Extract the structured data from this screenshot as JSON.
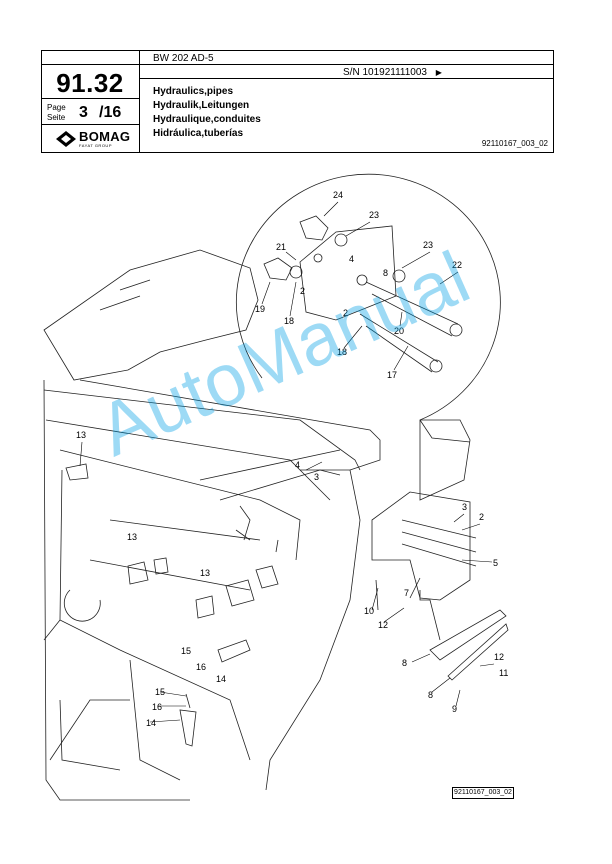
{
  "header": {
    "section_number": "91.32",
    "page_label_en": "Page",
    "page_label_de": "Seite",
    "page_current": "3",
    "page_total": "/16",
    "model": "BW 202 AD-5",
    "serial_number": "S/N 101921111003",
    "serial_arrow": "▶",
    "titles": [
      "Hydraulics,pipes",
      "Hydraulik,Leitungen",
      "Hydraulique,conduites",
      "Hidráulica,tuberías"
    ],
    "doc_reference": "92110167_003_02",
    "logo_text": "BOMAG",
    "logo_subtext": "FAYAT GROUP"
  },
  "drawing": {
    "callouts": [
      "24",
      "23",
      "21",
      "4",
      "8",
      "23",
      "22",
      "19",
      "2",
      "18",
      "2",
      "20",
      "18",
      "17",
      "13",
      "4",
      "3",
      "3",
      "2",
      "13",
      "13",
      "5",
      "10",
      "7",
      "12",
      "15",
      "16",
      "14",
      "8",
      "12",
      "11",
      "15",
      "16",
      "14",
      "8",
      "9"
    ]
  },
  "footer": {
    "doc_reference": "92110167_003_02"
  },
  "watermark": {
    "text": "AutoManual",
    "color": "#00a0e6"
  }
}
